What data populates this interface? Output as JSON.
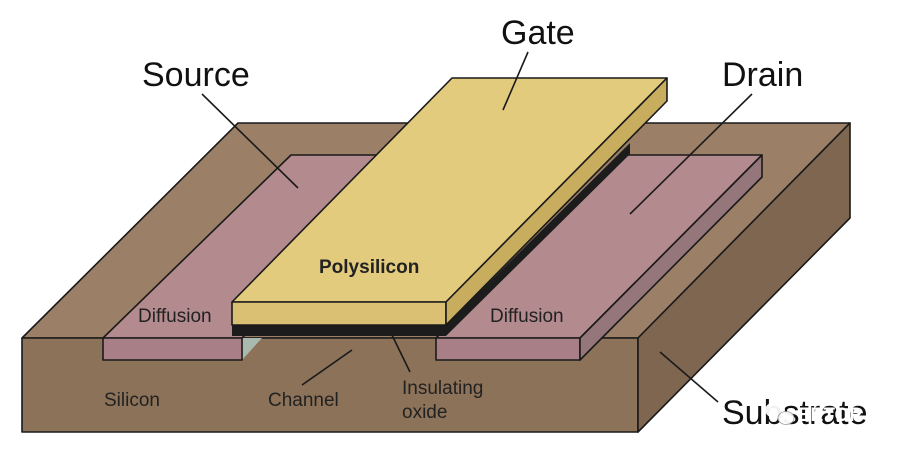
{
  "labels": {
    "gate": "Gate",
    "source": "Source",
    "drain": "Drain",
    "substrate": "Substrate",
    "polysilicon": "Polysilicon",
    "diffusion_left": "Diffusion",
    "diffusion_right": "Diffusion",
    "silicon": "Silicon",
    "channel": "Channel",
    "insulating_line1": "Insulating",
    "insulating_line2": "oxide",
    "watermark": "EEТОР"
  },
  "colors": {
    "substrate_top": "#9b7f67",
    "substrate_front": "#8c7258",
    "substrate_side": "#7e6650",
    "diffusion_top": "#b38a8e",
    "diffusion_front": "#a87f86",
    "diffusion_side": "#94767b",
    "gate_top": "#e3cb7d",
    "gate_front": "#d9c072",
    "gate_side": "#c8ad5f",
    "oxide": "#1c1c1c",
    "channel_gap": "#a9b9ae"
  }
}
